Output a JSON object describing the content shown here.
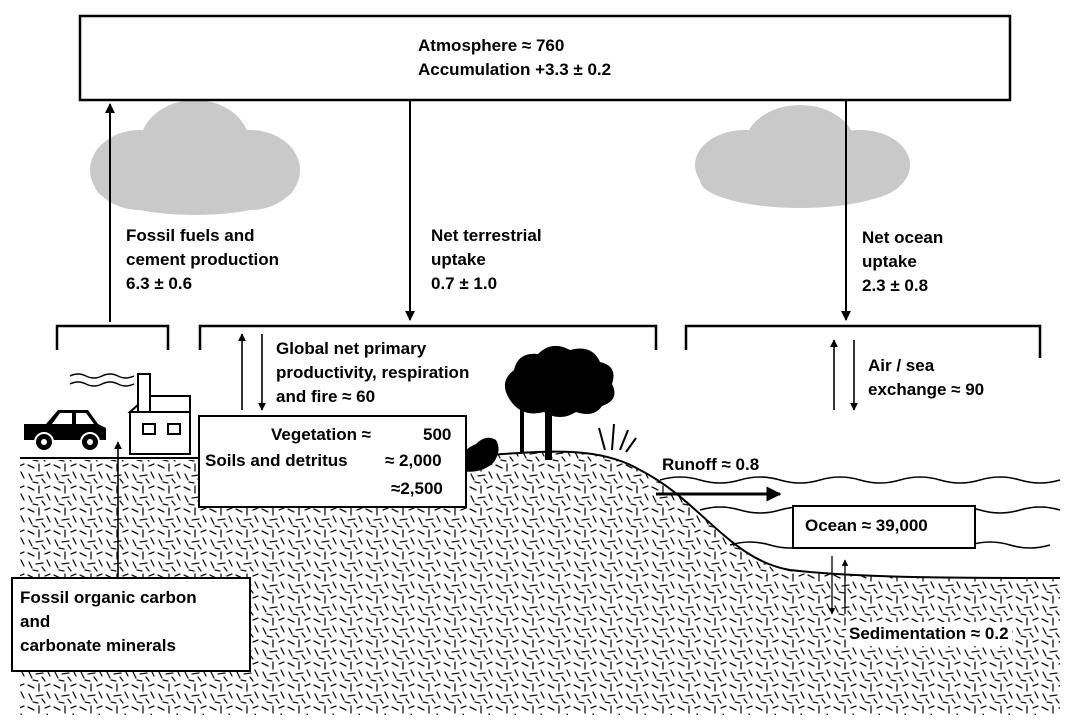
{
  "atmosphere": {
    "line1": "Atmosphere ≈ 760",
    "line2": "Accumulation  +3.3 ± 0.2"
  },
  "fossil_flux": {
    "line1": "Fossil fuels and",
    "line2": "cement production",
    "line3": "6.3 ± 0.6"
  },
  "terrestrial_flux": {
    "line1": "Net terrestrial",
    "line2": "uptake",
    "line3": "0.7 ± 1.0"
  },
  "ocean_flux": {
    "line1": "Net ocean",
    "line2": "uptake",
    "line3": "2.3 ± 0.8"
  },
  "npp": {
    "line1": "Global net primary",
    "line2": "productivity, respiration",
    "line3": "and fire ≈ 60"
  },
  "vegetation_box": {
    "vegetation_label": "Vegetation ≈",
    "vegetation_value": "500",
    "soils_label": "Soils and detritus",
    "soils_value": "≈ 2,000",
    "total_value": "≈2,500"
  },
  "air_sea": {
    "line1": "Air / sea",
    "line2": "exchange ≈ 90"
  },
  "runoff": {
    "text": "Runoff ≈ 0.8"
  },
  "ocean": {
    "text": "Ocean ≈ 39,000"
  },
  "sedimentation": {
    "text": "Sedimentation ≈ 0.2"
  },
  "fossil_reservoir": {
    "line1": "Fossil organic carbon",
    "line2": "and",
    "line3": "carbonate minerals"
  }
}
